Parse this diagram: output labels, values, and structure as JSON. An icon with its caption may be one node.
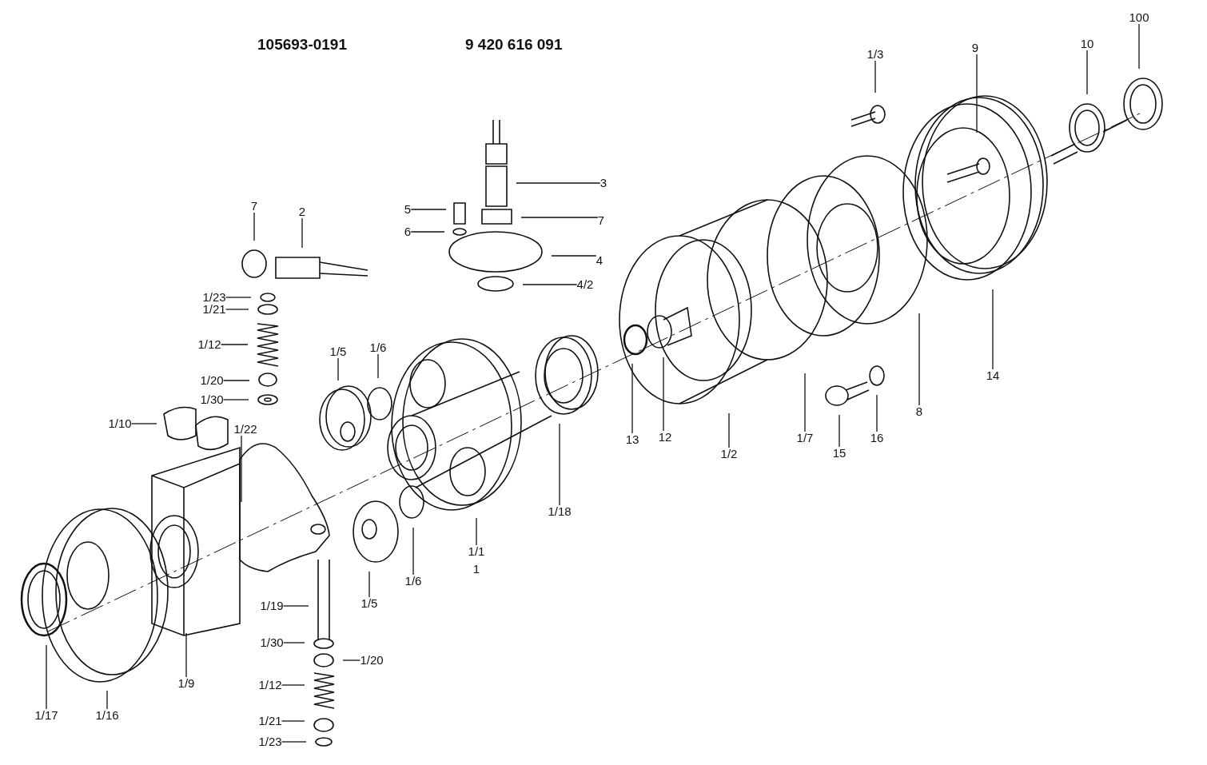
{
  "diagram": {
    "nodes": [
      {
        "text": [
          "1/3"
        ]
      },
      {
        "text": [
          "9"
        ]
      },
      {
        "text": [
          "10"
        ]
      },
      {
        "text": [
          "100"
        ]
      },
      {
        "text": [
          "3"
        ]
      },
      {
        "text": [
          "5"
        ]
      },
      {
        "text": [
          "7"
        ]
      },
      {
        "text": [
          "6"
        ]
      },
      {
        "text": [
          "4"
        ]
      },
      {
        "text": [
          "7"
        ]
      },
      {
        "text": [
          "2"
        ]
      },
      {
        "text": [
          "4/2"
        ]
      },
      {
        "text": [
          "1/23"
        ]
      },
      {
        "text": [
          "1/21"
        ]
      },
      {
        "text": [
          "1/12"
        ]
      },
      {
        "text": [
          "1/20"
        ]
      },
      {
        "text": [
          "1/30"
        ]
      },
      {
        "text": [
          "1/10"
        ]
      },
      {
        "text": [
          "1/22"
        ]
      },
      {
        "text": [
          "1/5"
        ]
      },
      {
        "text": [
          "1/6"
        ]
      },
      {
        "text": [
          "13"
        ]
      },
      {
        "text": [
          "12"
        ]
      },
      {
        "text": [
          "1/2"
        ]
      },
      {
        "text": [
          "1/7"
        ]
      },
      {
        "text": [
          "15"
        ]
      },
      {
        "text": [
          "16"
        ]
      },
      {
        "text": [
          "8"
        ]
      },
      {
        "text": [
          "14"
        ]
      },
      {
        "text": [
          "1/18"
        ]
      },
      {
        "text": [
          "1/1"
        ]
      },
      {
        "text": [
          "1/6"
        ]
      },
      {
        "text": [
          "1/5"
        ]
      },
      {
        "text": [
          "1/19"
        ]
      },
      {
        "text": [
          "1/30"
        ]
      },
      {
        "text": [
          "1/20"
        ]
      },
      {
        "text": [
          "1/12"
        ]
      },
      {
        "text": [
          "1/21"
        ]
      },
      {
        "text": [
          "1/23"
        ]
      },
      {
        "text": [
          "1/9"
        ]
      },
      {
        "text": [
          "1/16"
        ]
      },
      {
        "text": [
          "1/17"
        ]
      }
    ],
    "edges": [
      {
        "from": 0,
        "to": null,
        "arrow": "none"
      },
      {
        "from": 1,
        "to": null,
        "arrow": "none"
      },
      {
        "from": 2,
        "to": null,
        "arrow": "none"
      },
      {
        "from": 3,
        "to": null,
        "arrow": "none"
      },
      {
        "from": 4,
        "to": null,
        "arrow": "none"
      },
      {
        "from": 5,
        "to": null,
        "arrow": "none"
      },
      {
        "from": 6,
        "to": null,
        "arrow": "none"
      },
      {
        "from": 7,
        "to": null,
        "arrow": "none"
      },
      {
        "from": 8,
        "to": null,
        "arrow": "none"
      },
      {
        "from": 9,
        "to": null,
        "arrow": "none"
      },
      {
        "from": 10,
        "to": null,
        "arrow": "none"
      },
      {
        "from": 11,
        "to": null,
        "arrow": "none"
      },
      {
        "from": 12,
        "to": null,
        "arrow": "none"
      },
      {
        "from": 13,
        "to": null,
        "arrow": "none"
      },
      {
        "from": 14,
        "to": null,
        "arrow": "none"
      },
      {
        "from": 15,
        "to": null,
        "arrow": "none"
      },
      {
        "from": 16,
        "to": null,
        "arrow": "none"
      },
      {
        "from": 17,
        "to": null,
        "arrow": "none"
      },
      {
        "from": 18,
        "to": null,
        "arrow": "none"
      },
      {
        "from": 19,
        "to": null,
        "arrow": "none"
      },
      {
        "from": 20,
        "to": null,
        "arrow": "none"
      },
      {
        "from": 21,
        "to": null,
        "arrow": "none"
      },
      {
        "from": 22,
        "to": null,
        "arrow": "none"
      },
      {
        "from": 23,
        "to": null,
        "arrow": "none"
      },
      {
        "from": 24,
        "to": null,
        "arrow": "none"
      },
      {
        "from": 25,
        "to": null,
        "arrow": "none"
      },
      {
        "from": 26,
        "to": null,
        "arrow": "none"
      },
      {
        "from": 27,
        "to": null,
        "arrow": "none"
      },
      {
        "from": 28,
        "to": null,
        "arrow": "none"
      },
      {
        "from": 29,
        "to": null,
        "arrow": "none"
      },
      {
        "from": 30,
        "to": null,
        "arrow": "none"
      },
      {
        "from": 31,
        "to": null,
        "arrow": "none"
      },
      {
        "from": 32,
        "to": null,
        "arrow": "none"
      },
      {
        "from": 33,
        "to": null,
        "arrow": "none"
      },
      {
        "from": 34,
        "to": null,
        "arrow": "none"
      },
      {
        "from": 35,
        "to": null,
        "arrow": "none"
      },
      {
        "from": 36,
        "to": null,
        "arrow": "none"
      },
      {
        "from": 37,
        "to": null,
        "arrow": "none"
      },
      {
        "from": 38,
        "to": null,
        "arrow": "none"
      },
      {
        "from": 39,
        "to": null,
        "arrow": "none"
      },
      {
        "from": 40,
        "to": null,
        "arrow": "none"
      },
      {
        "from": 41,
        "to": null,
        "arrow": "none"
      }
    ],
    "labels": [
      "105693-0191",
      "9 420 616 091",
      "1"
    ]
  }
}
